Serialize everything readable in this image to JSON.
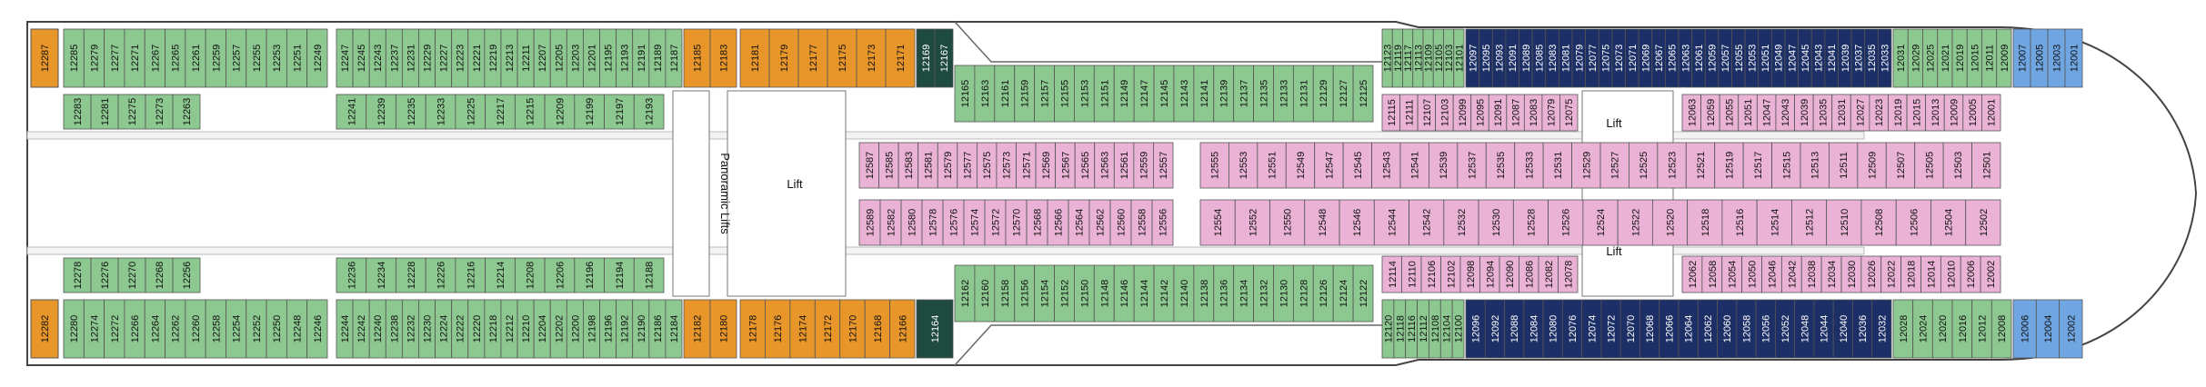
{
  "labels": {
    "lift": "Lift",
    "panoramic_lifts": "Panoramic Lifts"
  },
  "colors": {
    "green": "#8cc890",
    "green_dark": "#3e9a5a",
    "orange": "#e8962a",
    "navy": "#1c2f66",
    "pink": "#eab3d6",
    "blue": "#6fa6e2",
    "dark_teal": "#1f4a40",
    "outline": "#555555"
  },
  "sections": [
    {
      "id": "top-outer-aft",
      "row": "top-outer",
      "color": "green",
      "cabins": [
        "12285",
        "12279",
        "12277",
        "12271",
        "12267",
        "12265",
        "12261",
        "12259",
        "12257",
        "12255",
        "12253",
        "12251",
        "12249"
      ]
    },
    {
      "id": "top-outer-mid",
      "row": "top-outer",
      "color": "green",
      "cabins": [
        "12247",
        "12245",
        "12243",
        "12237",
        "12231",
        "12229",
        "12227",
        "12223",
        "12221",
        "12219",
        "12213",
        "12211",
        "12207",
        "12205",
        "12203",
        "12201",
        "12195",
        "12193",
        "12191",
        "12189",
        "12187"
      ]
    },
    {
      "id": "top-outer-orange-a",
      "row": "top-outer",
      "color": "orange",
      "cabins": [
        "12185",
        "12183"
      ]
    },
    {
      "id": "top-outer-orange-b",
      "row": "top-outer",
      "color": "orange",
      "cabins": [
        "12181",
        "12179",
        "12177",
        "12175",
        "12173",
        "12171"
      ]
    },
    {
      "id": "top-outer-teal",
      "row": "top-outer",
      "color": "dark_teal",
      "cabins": [
        "12169",
        "12167"
      ]
    },
    {
      "id": "top-waist",
      "row": "top-waist",
      "color": "green",
      "cabins": [
        "12165",
        "12163",
        "12161",
        "12159",
        "12157",
        "12155",
        "12153",
        "12151",
        "12149",
        "12147",
        "12145",
        "12143",
        "12141",
        "12139",
        "12137",
        "12135",
        "12133",
        "12131",
        "12129",
        "12127",
        "12125"
      ]
    },
    {
      "id": "top-fwd-green",
      "row": "top-fwd",
      "color": "green",
      "cabins": [
        "12123",
        "12119",
        "12117",
        "12113",
        "12109",
        "12105",
        "12103",
        "12101"
      ]
    },
    {
      "id": "top-fwd-navy",
      "row": "top-fwd",
      "color": "navy",
      "cabins": [
        "12097",
        "12095",
        "12093",
        "12091",
        "12089",
        "12085",
        "12083",
        "12081",
        "12079",
        "12077",
        "12075",
        "12073",
        "12071",
        "12069",
        "12067",
        "12065",
        "12063",
        "12061",
        "12059",
        "12057",
        "12055",
        "12053",
        "12051",
        "12049",
        "12047",
        "12045",
        "12043",
        "12041",
        "12039",
        "12037",
        "12035",
        "12033"
      ]
    },
    {
      "id": "top-fwd-green-2",
      "row": "top-fwd",
      "color": "green",
      "cabins": [
        "12031",
        "12029",
        "12025",
        "12021",
        "12019",
        "12015",
        "12011",
        "12009"
      ]
    },
    {
      "id": "top-fwd-blue",
      "row": "top-fwd",
      "color": "blue",
      "cabins": [
        "12007",
        "12005",
        "12003",
        "12001"
      ]
    },
    {
      "id": "top-inner-aft",
      "row": "top-inner",
      "color": "green",
      "cabins": [
        "12283",
        "12281",
        "12275",
        "12273",
        "12263"
      ]
    },
    {
      "id": "top-inner-mid",
      "row": "top-inner",
      "color": "green",
      "cabins": [
        "12241",
        "12239",
        "12235",
        "12233",
        "12225",
        "12217",
        "12215",
        "12209",
        "12199",
        "12197",
        "12193"
      ]
    },
    {
      "id": "top-inner-fwd",
      "row": "top-inner-fwd",
      "color": "pink",
      "cabins": [
        "12115",
        "12111",
        "12107",
        "12103",
        "12099",
        "12095",
        "12091",
        "12087",
        "12083",
        "12079",
        "12075"
      ]
    },
    {
      "id": "top-inner-fwd2",
      "row": "top-inner-fwd2",
      "color": "pink",
      "cabins": [
        "12063",
        "12059",
        "12055",
        "12051",
        "12047",
        "12043",
        "12039",
        "12035",
        "12031",
        "12027",
        "12023",
        "12019",
        "12015",
        "12013",
        "12009",
        "12005",
        "12001"
      ]
    },
    {
      "id": "mid-upper-a",
      "row": "mid-upper",
      "color": "pink",
      "cabins": [
        "12587",
        "12585",
        "12583",
        "12581",
        "12579",
        "12577",
        "12575",
        "12573",
        "12571",
        "12569",
        "12567",
        "12565",
        "12563",
        "12561",
        "12559",
        "12557"
      ]
    },
    {
      "id": "mid-upper-b",
      "row": "mid-upper-b",
      "color": "pink",
      "cabins": [
        "12555",
        "12553",
        "12551",
        "12549",
        "12547",
        "12545",
        "12543",
        "12541",
        "12539",
        "12537",
        "12535",
        "12533",
        "12531",
        "12529",
        "12527",
        "12525",
        "12523",
        "12521",
        "12519",
        "12517",
        "12515",
        "12513",
        "12511",
        "12509",
        "12507",
        "12505",
        "12503",
        "12501"
      ]
    },
    {
      "id": "mid-lower-a",
      "row": "mid-lower",
      "color": "pink",
      "cabins": [
        "12589",
        "12582",
        "12580",
        "12578",
        "12576",
        "12574",
        "12572",
        "12570",
        "12568",
        "12566",
        "12564",
        "12562",
        "12560",
        "12558",
        "12556"
      ]
    },
    {
      "id": "mid-lower-b",
      "row": "mid-lower-b",
      "color": "pink",
      "cabins": [
        "12554",
        "12552",
        "12550",
        "12548",
        "12546",
        "12544",
        "12542",
        "12532",
        "12530",
        "12528",
        "12526",
        "12524",
        "12522",
        "12520",
        "12518",
        "12516",
        "12514",
        "12512",
        "12510",
        "12508",
        "12506",
        "12504",
        "12502"
      ]
    },
    {
      "id": "bot-inner-aft",
      "row": "bot-inner",
      "color": "green",
      "cabins": [
        "12278",
        "12276",
        "12270",
        "12268",
        "12256"
      ]
    },
    {
      "id": "bot-inner-mid",
      "row": "bot-inner",
      "color": "green",
      "cabins": [
        "12236",
        "12234",
        "12228",
        "12226",
        "12216",
        "12214",
        "12208",
        "12206",
        "12196",
        "12194",
        "12188"
      ]
    },
    {
      "id": "bot-inner-fwd",
      "row": "bot-inner-fwd",
      "color": "pink",
      "cabins": [
        "12114",
        "12110",
        "12106",
        "12102",
        "12098",
        "12094",
        "12090",
        "12086",
        "12082",
        "12078"
      ]
    },
    {
      "id": "bot-inner-fwd2",
      "row": "bot-inner-fwd2",
      "color": "pink",
      "cabins": [
        "12062",
        "12058",
        "12054",
        "12050",
        "12046",
        "12042",
        "12038",
        "12034",
        "12030",
        "12026",
        "12022",
        "12018",
        "12014",
        "12010",
        "12006",
        "12002"
      ]
    },
    {
      "id": "bot-waist",
      "row": "bot-waist",
      "color": "green",
      "cabins": [
        "12162",
        "12160",
        "12158",
        "12156",
        "12154",
        "12152",
        "12150",
        "12148",
        "12146",
        "12144",
        "12142",
        "12140",
        "12138",
        "12136",
        "12134",
        "12132",
        "12130",
        "12128",
        "12126",
        "12124",
        "12122"
      ]
    },
    {
      "id": "bot-outer-aft",
      "row": "bot-outer",
      "color": "green",
      "cabins": [
        "12280",
        "12274",
        "12272",
        "12266",
        "12264",
        "12262",
        "12260",
        "12258",
        "12254",
        "12252",
        "12250",
        "12248",
        "12246"
      ]
    },
    {
      "id": "bot-outer-mid",
      "row": "bot-outer",
      "color": "green",
      "cabins": [
        "12244",
        "12242",
        "12240",
        "12238",
        "12232",
        "12230",
        "12224",
        "12222",
        "12220",
        "12218",
        "12212",
        "12210",
        "12204",
        "12202",
        "12200",
        "12198",
        "12196",
        "12192",
        "12190",
        "12186",
        "12184"
      ]
    },
    {
      "id": "bot-outer-orange-a",
      "row": "bot-outer",
      "color": "orange",
      "cabins": [
        "12182",
        "12180"
      ]
    },
    {
      "id": "bot-outer-orange-b",
      "row": "bot-outer",
      "color": "orange",
      "cabins": [
        "12178",
        "12176",
        "12174",
        "12172",
        "12170",
        "12168",
        "12166"
      ]
    },
    {
      "id": "bot-outer-teal",
      "row": "bot-outer",
      "color": "dark_teal",
      "cabins": [
        "12164"
      ]
    },
    {
      "id": "bot-fwd-green",
      "row": "bot-fwd",
      "color": "green",
      "cabins": [
        "12120",
        "12118",
        "12116",
        "12112",
        "12108",
        "12104",
        "12100"
      ]
    },
    {
      "id": "bot-fwd-navy",
      "row": "bot-fwd",
      "color": "navy",
      "cabins": [
        "12096",
        "12092",
        "12088",
        "12084",
        "12080",
        "12076",
        "12074",
        "12072",
        "12070",
        "12068",
        "12066",
        "12064",
        "12062",
        "12060",
        "12058",
        "12056",
        "12052",
        "12048",
        "12044",
        "12040",
        "12036",
        "12032"
      ]
    },
    {
      "id": "bot-fwd-green-2",
      "row": "bot-fwd",
      "color": "green",
      "cabins": [
        "12028",
        "12024",
        "12020",
        "12016",
        "12012",
        "12008"
      ]
    },
    {
      "id": "bot-fwd-blue",
      "row": "bot-fwd",
      "color": "blue",
      "cabins": [
        "12006",
        "12004",
        "12002"
      ]
    }
  ],
  "aft_corner_cabins": {
    "top": "12287",
    "bottom": "12282"
  }
}
